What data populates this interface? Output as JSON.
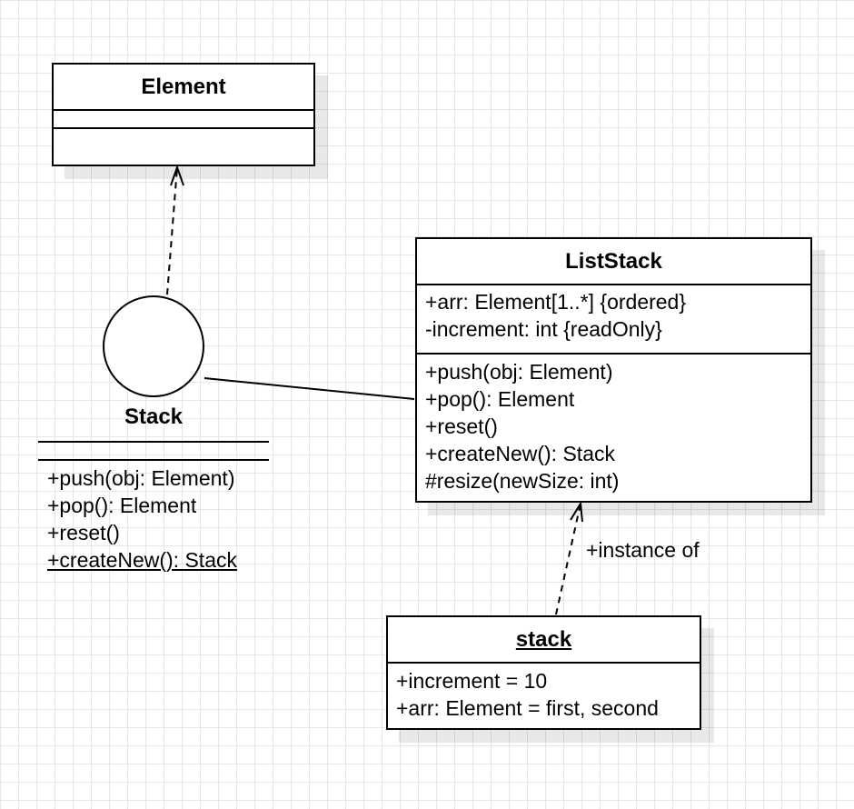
{
  "element_class": {
    "name": "Element"
  },
  "stack_interface": {
    "name": "Stack",
    "operations": [
      "+push(obj: Element)",
      "+pop(): Element",
      "+reset()",
      "+createNew(): Stack"
    ]
  },
  "liststack_class": {
    "name": "ListStack",
    "attributes": [
      "+arr: Element[1..*] {ordered}",
      "-increment: int {readOnly}"
    ],
    "operations": [
      "+push(obj: Element)",
      "+pop(): Element",
      "+reset()",
      "+createNew(): Stack",
      "#resize(newSize: int)"
    ]
  },
  "stack_object": {
    "name": "stack",
    "slots": [
      "+increment = 10",
      "+arr: Element = first, second"
    ]
  },
  "relations": {
    "instance_of_label": "+instance of"
  }
}
